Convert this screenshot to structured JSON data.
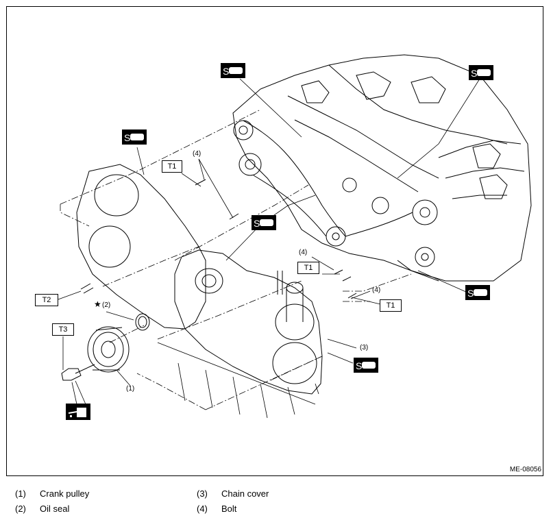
{
  "figure_id": "ME-08056",
  "torque_labels": {
    "t1_top": "T1",
    "t1_mid": "T1",
    "t1_right": "T1",
    "t2": "T2",
    "t3": "T3"
  },
  "callouts": {
    "c1": "(1)",
    "c2": "(2)",
    "c3": "(3)",
    "c4_top": "(4)",
    "c4_mid": "(4)",
    "c4_right": "(4)",
    "star": "★"
  },
  "legend": [
    {
      "num": "(1)",
      "label": "Crank pulley"
    },
    {
      "num": "(2)",
      "label": "Oil seal"
    },
    {
      "num": "(3)",
      "label": "Chain cover"
    },
    {
      "num": "(4)",
      "label": "Bolt"
    }
  ],
  "icons": [
    "sealant-icon",
    "sealant-icon",
    "sealant-icon",
    "sealant-icon",
    "sealant-icon",
    "sealant-icon",
    "oil-can-icon"
  ]
}
